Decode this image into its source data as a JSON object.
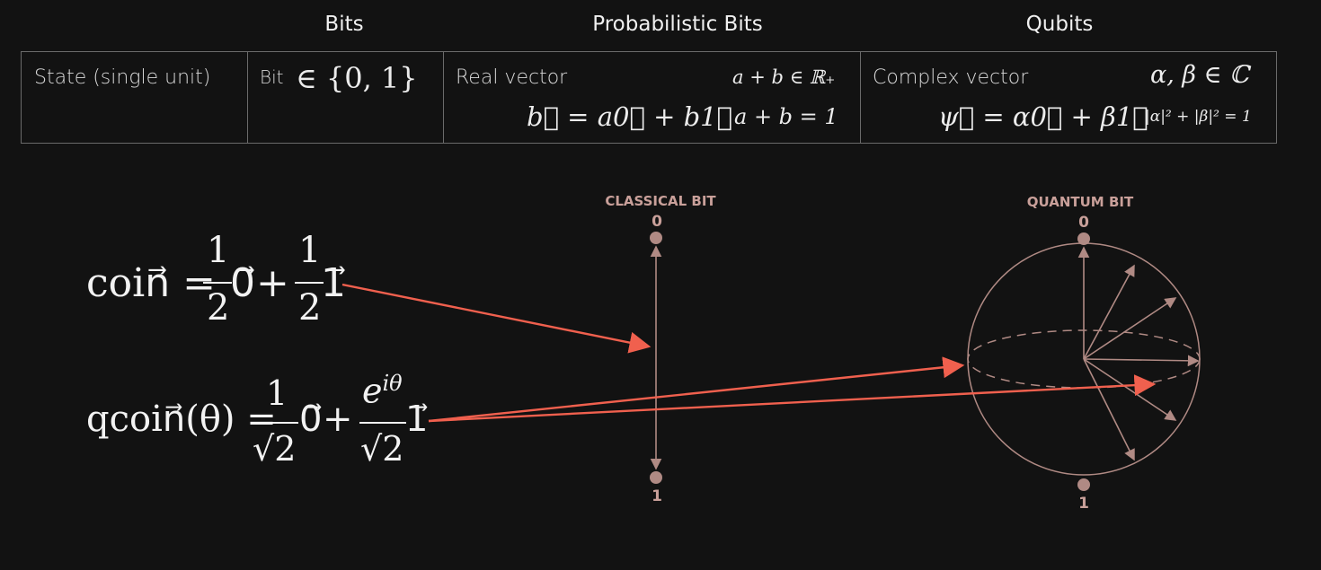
{
  "columns": {
    "bits": "Bits",
    "probabilistic": "Probabilistic Bits",
    "qubits": "Qubits"
  },
  "table": {
    "row_label": "State (single unit)",
    "bit": {
      "label": "Bit",
      "formula": "∈ {0, 1}"
    },
    "prob": {
      "label": "Real vector",
      "condition1": "a + b ∈ ℝ₊",
      "formula": "b⃗ = a0⃗ + b1⃗",
      "condition2": "a + b = 1"
    },
    "qubit": {
      "label": "Complex vector",
      "condition1": "α, β ∈ ℂ",
      "formula": "ψ⃗ = α0⃗ + β1⃗",
      "condition2": "|α|² + |β|² = 1"
    }
  },
  "equations": {
    "coin_lhs": "coin⃗ =",
    "coin_frac_num": "1",
    "coin_frac_den": "2",
    "coin_vec0": "0⃗",
    "coin_plus": "+",
    "coin_vec1": "1⃗",
    "qcoin_lhs": "qcoin⃗(θ) =",
    "qcoin_num1": "1",
    "qcoin_den": "√2",
    "qcoin_vec0": "0⃗",
    "qcoin_plus": "+",
    "qcoin_num2": "e^{iθ}",
    "qcoin_num2_base": "e",
    "qcoin_num2_exp": "iθ",
    "qcoin_vec1": "1⃗"
  },
  "classical": {
    "title": "CLASSICAL BIT",
    "top": "0",
    "bottom": "1"
  },
  "quantum": {
    "title": "QUANTUM BIT",
    "top": "0",
    "bottom": "1"
  },
  "colors": {
    "background": "#121212",
    "diagram": "#b08a84",
    "diagram_label": "#c9a09a",
    "arrow": "#f0604e",
    "border": "#6a6a6a"
  }
}
